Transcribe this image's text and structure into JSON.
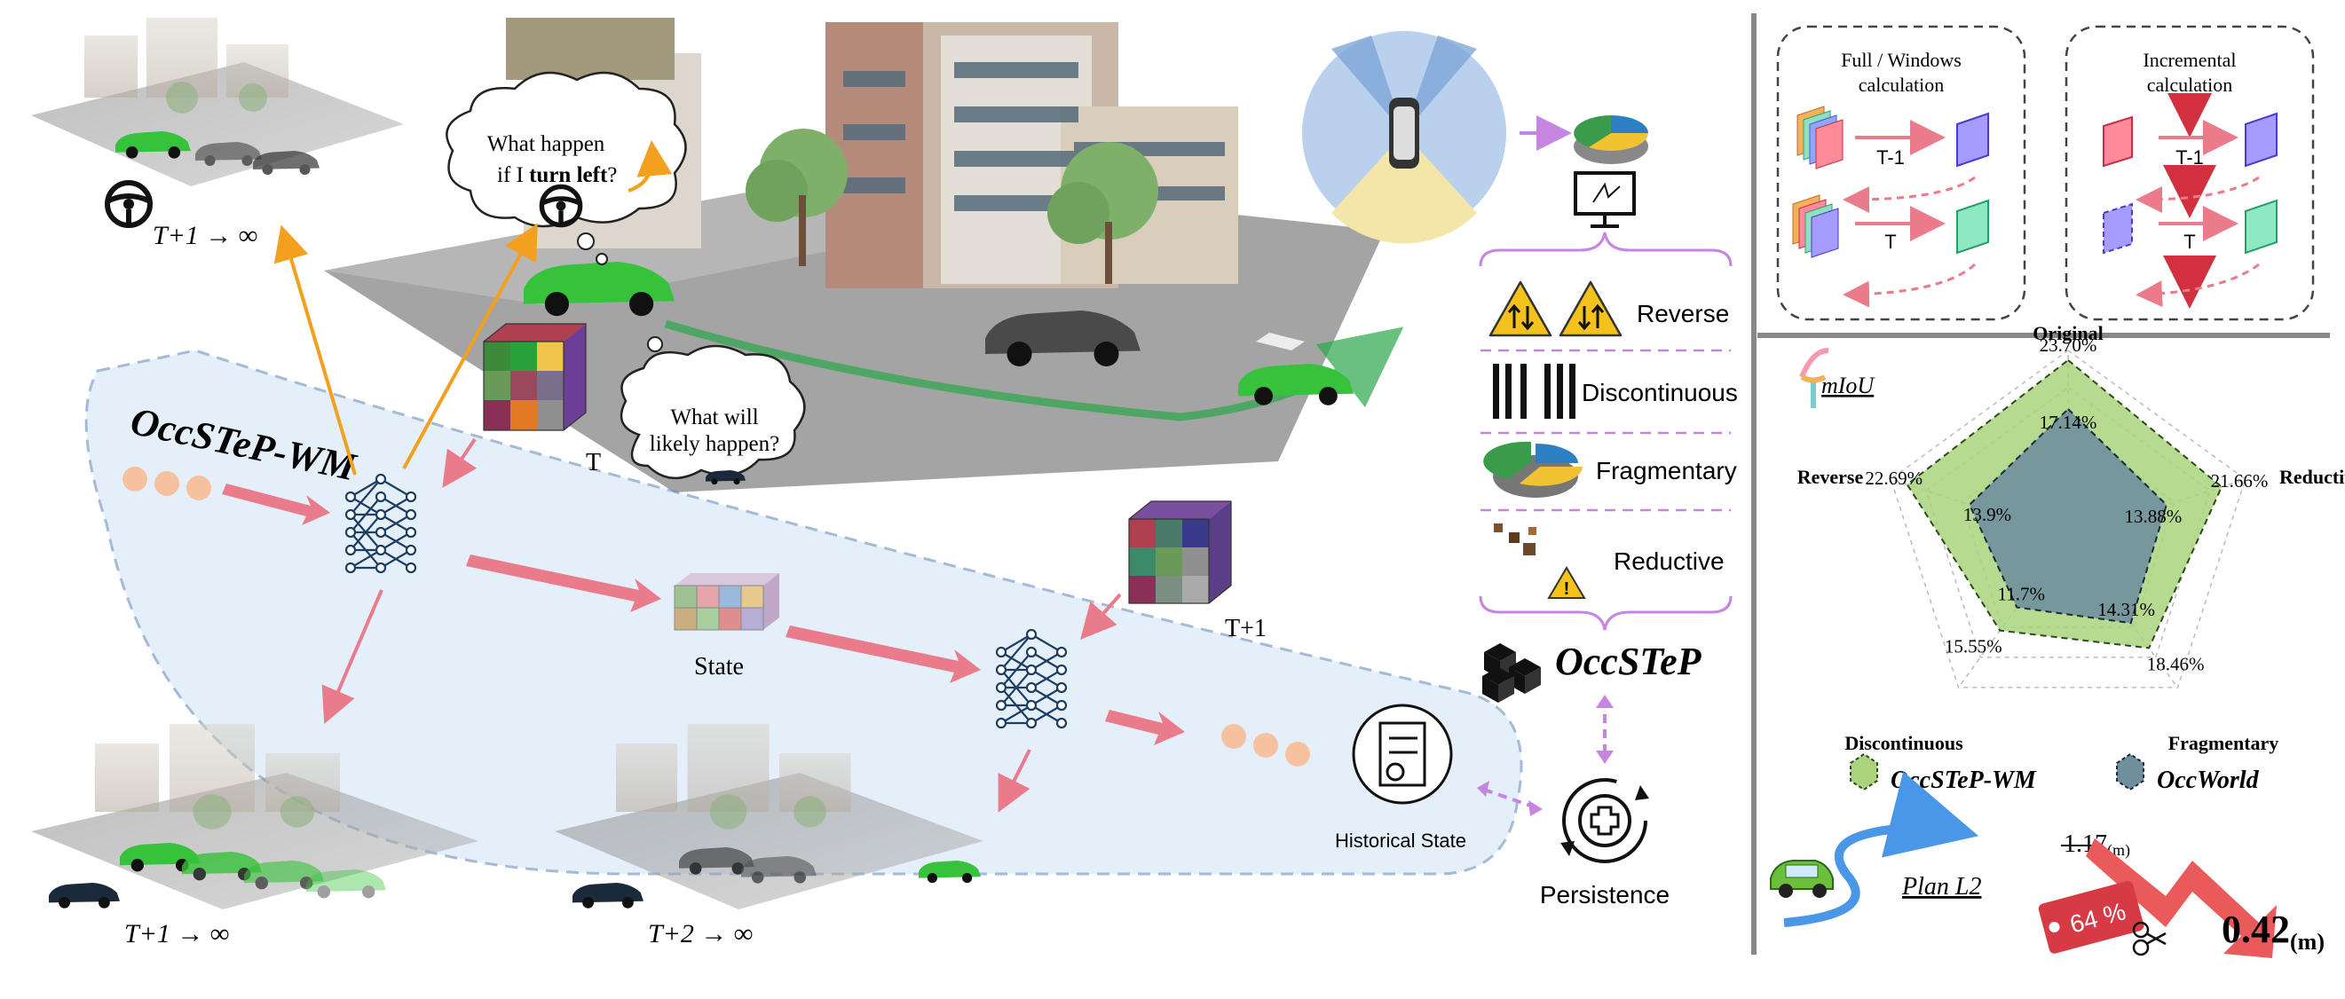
{
  "left": {
    "model_label": "OccSTeP-WM",
    "bubble_turn_pre": "What happen",
    "bubble_turn_if": "if I ",
    "bubble_turn_bold": "turn left",
    "bubble_turn_q": "?",
    "bubble_likely_1": "What will",
    "bubble_likely_2": "likely happen?",
    "label_T": "T",
    "label_T1": "T+1",
    "label_state": "State",
    "time_top": "T+1 → ∞",
    "time_bottom_left": "T+1 → ∞",
    "time_bottom_mid": "T+2 → ∞",
    "historical_state": "Historical State"
  },
  "middle": {
    "challenges": [
      "Reverse",
      "Discontinuous",
      "Fragmentary",
      "Reductive"
    ],
    "benchmark": "OccSTeP",
    "persistence": "Persistence"
  },
  "right_top": {
    "full_title_1": "Full / Windows",
    "full_title_2": "calculation",
    "inc_title_1": "Incremental",
    "inc_title_2": "calculation",
    "t_minus_1": "T-1",
    "t": "T"
  },
  "radar": {
    "metric_label": "mIoU",
    "axes": [
      "Original",
      "Reductive",
      "Fragmentary",
      "Discontinuous",
      "Reverse"
    ],
    "series": [
      {
        "name": "OccSTeP-WM",
        "labels": [
          "23.70%",
          "21.66%",
          "18.46%",
          "15.55%",
          "22.69%"
        ],
        "values": [
          23.7,
          21.66,
          18.46,
          15.55,
          22.69
        ],
        "color": "#a9d37c"
      },
      {
        "name": "OccWorld",
        "labels": [
          "17.14%",
          "13.88%",
          "14.31%",
          "11.7%",
          "13.9%"
        ],
        "values": [
          17.14,
          13.88,
          14.31,
          11.7,
          13.9
        ],
        "color": "#6f8f9c"
      }
    ]
  },
  "plan": {
    "label": "Plan L2",
    "old_value": "1.17",
    "old_unit": "(m)",
    "reduction": "64 %",
    "new_value": "0.42",
    "new_unit": "(m)"
  }
}
